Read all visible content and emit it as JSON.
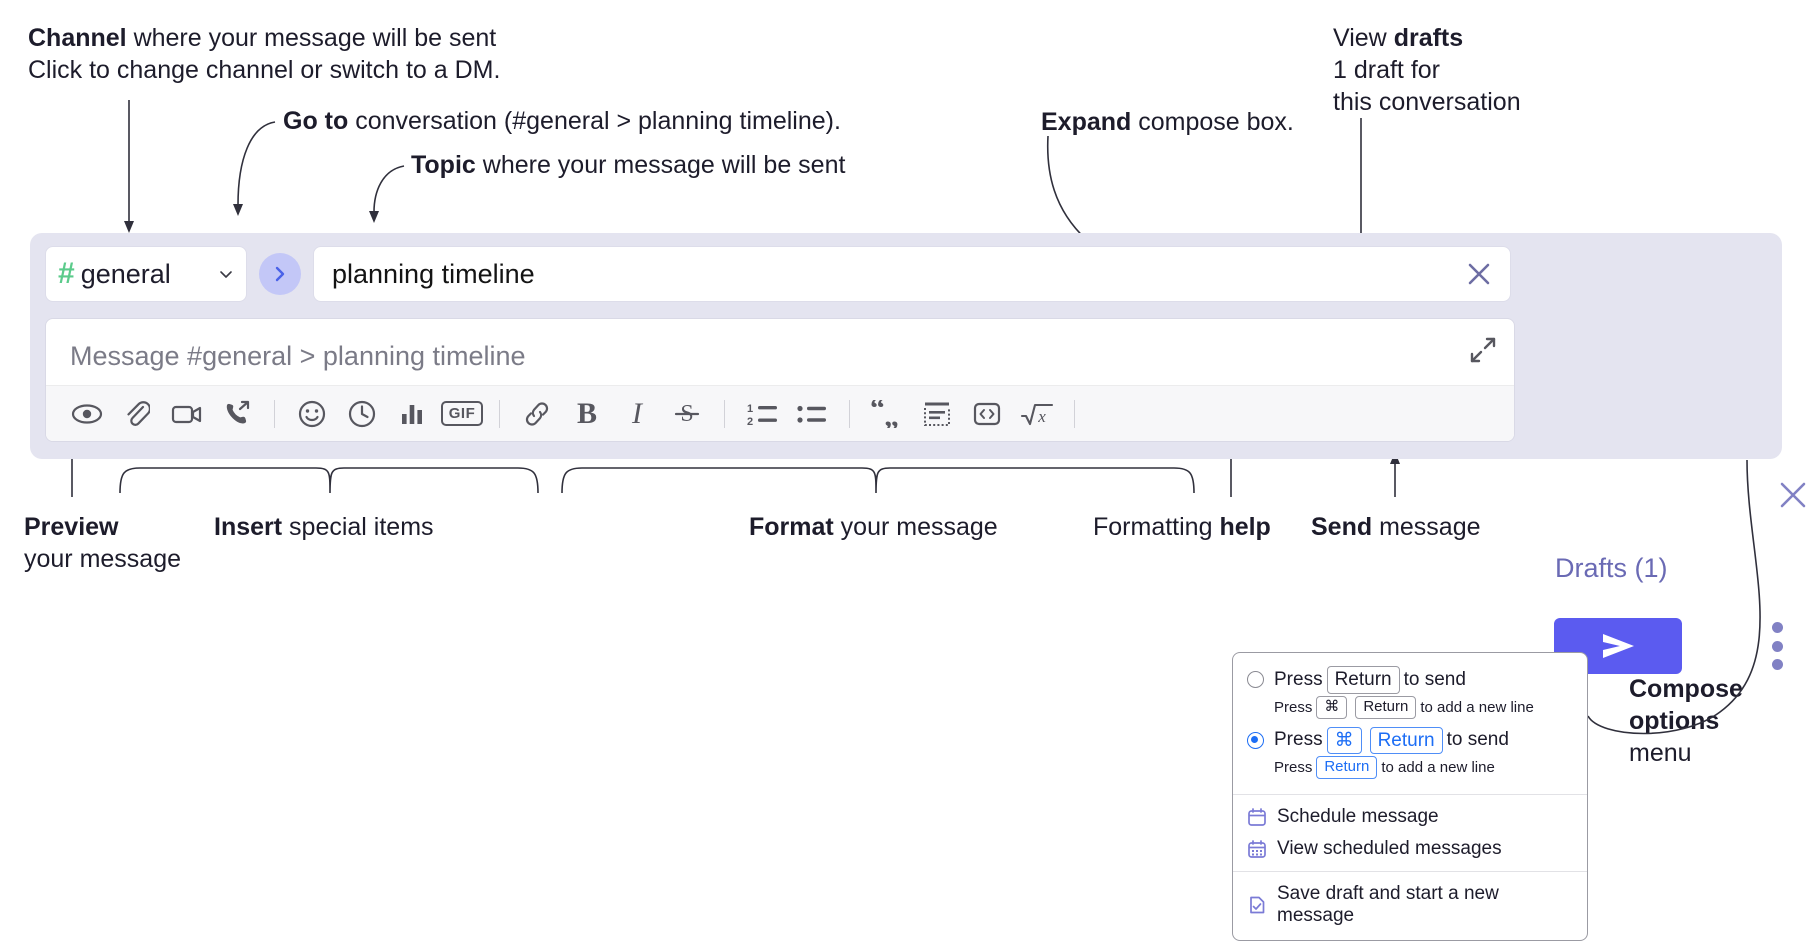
{
  "annotations": {
    "channel": {
      "bold": "Channel",
      "rest": " where your message will be sent",
      "italic": "Click to change channel or switch to a DM."
    },
    "goto": {
      "bold": "Go to",
      "rest": " conversation (#general > planning timeline)."
    },
    "topic": {
      "bold": "Topic",
      "rest": " where your message will be sent"
    },
    "expand": {
      "bold": "Expand",
      "rest": " compose box."
    },
    "drafts": {
      "prefix": "View ",
      "bold": "drafts",
      "italic_line1": "1 draft for",
      "italic_line2": "this conversation"
    },
    "preview": {
      "bold": "Preview",
      "line2": "your message"
    },
    "insert": {
      "bold": "Insert",
      "rest": " special items"
    },
    "format": {
      "bold": "Format",
      "rest": " your message"
    },
    "help": {
      "prefix": "Formatting ",
      "bold": "help"
    },
    "send": {
      "bold": "Send",
      "rest": " message"
    },
    "compose_options": {
      "bold_line1": "Compose",
      "bold_line2": "options",
      "line3": "menu"
    }
  },
  "compose": {
    "channel": {
      "hash": "#",
      "name": "general",
      "chevron_icon": "chevron-down-icon"
    },
    "goto_button": {
      "icon": "chevron-right-icon"
    },
    "topic": {
      "value": "planning timeline",
      "clear_icon": "close-icon"
    },
    "editor": {
      "placeholder": "Message #general > planning timeline",
      "expand_icon": "expand-diagonal-icon"
    },
    "toolbar": [
      {
        "name": "preview-icon",
        "glyph": "eye"
      },
      {
        "name": "attachment-icon",
        "glyph": "paperclip"
      },
      {
        "name": "video-icon",
        "glyph": "video"
      },
      {
        "name": "huddle-icon",
        "glyph": "phone-forward"
      },
      {
        "name": "separator",
        "glyph": "sep"
      },
      {
        "name": "emoji-icon",
        "glyph": "smiley"
      },
      {
        "name": "reminder-icon",
        "glyph": "clock"
      },
      {
        "name": "poll-icon",
        "glyph": "bars"
      },
      {
        "name": "gif-icon",
        "glyph": "GIF"
      },
      {
        "name": "separator",
        "glyph": "sep"
      },
      {
        "name": "link-icon",
        "glyph": "link"
      },
      {
        "name": "bold-icon",
        "glyph": "B"
      },
      {
        "name": "italic-icon",
        "glyph": "I"
      },
      {
        "name": "strikethrough-icon",
        "glyph": "S"
      },
      {
        "name": "separator",
        "glyph": "sep"
      },
      {
        "name": "ordered-list-icon",
        "glyph": "ol"
      },
      {
        "name": "bulleted-list-icon",
        "glyph": "ul"
      },
      {
        "name": "separator",
        "glyph": "sep"
      },
      {
        "name": "blockquote-icon",
        "glyph": "quote"
      },
      {
        "name": "code-block-icon",
        "glyph": "codeblock"
      },
      {
        "name": "inline-code-icon",
        "glyph": "code"
      },
      {
        "name": "latex-icon",
        "glyph": "sqrt"
      },
      {
        "name": "separator",
        "glyph": "sep"
      },
      {
        "name": "formatting-help-icon",
        "glyph": "?"
      }
    ],
    "drafts_label": "Drafts (1)",
    "send_icon": "send-paper-plane-icon",
    "options_icon": "kebab-menu-icon",
    "close_icon": "close-icon"
  },
  "menu": {
    "options": [
      {
        "selected": false,
        "parts": [
          "Press",
          "Return",
          "to send"
        ],
        "key": "Return",
        "sub_parts": [
          "Press",
          "⌘",
          "Return",
          "to add a new line"
        ],
        "sub_keys": [
          "⌘",
          "Return"
        ],
        "sub_keys_blue": false
      },
      {
        "selected": true,
        "parts": [
          "Press",
          "⌘",
          "Return",
          "to send"
        ],
        "key": "Return",
        "sub_parts": [
          "Press",
          "Return",
          "to add a new line"
        ],
        "sub_keys": [
          "Return"
        ],
        "sub_keys_blue": true
      }
    ],
    "radio1": {
      "lead": "Press",
      "key1": "Return",
      "tail": "to send"
    },
    "radio1_sub": {
      "lead": "Press",
      "key1": "⌘",
      "key2": "Return",
      "tail": "to add a new line"
    },
    "radio2": {
      "lead": "Press",
      "key1": "⌘",
      "key2": "Return",
      "tail": "to send"
    },
    "radio2_sub": {
      "lead": "Press",
      "key1": "Return",
      "tail": "to add a new line"
    },
    "items": [
      {
        "label": "Schedule message",
        "icon": "calendar-icon"
      },
      {
        "label": "View scheduled messages",
        "icon": "calendar-grid-icon"
      },
      {
        "label": "Save draft and start a new message",
        "icon": "file-check-icon"
      }
    ]
  },
  "colors": {
    "panel_bg": "#e4e4f0",
    "accent_send": "#5b5bf0",
    "drafts_text": "#6a6ab4",
    "hash_green": "#5bcb8b",
    "goto_bg": "#c3c7f7",
    "radio_blue": "#1d6ef5"
  }
}
